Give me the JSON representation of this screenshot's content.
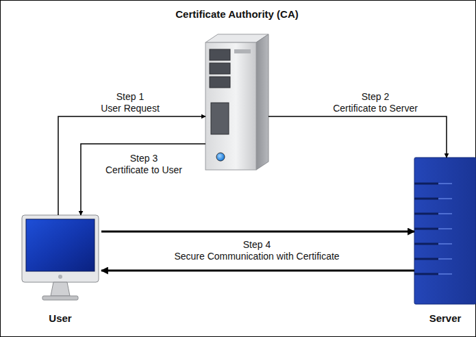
{
  "diagram": {
    "nodes": [
      {
        "text": [
          "Certificate Authority (CA)"
        ]
      },
      {
        "text": [
          "User"
        ]
      },
      {
        "text": [
          "Server"
        ]
      }
    ],
    "edges": [
      {
        "from": 1,
        "to": 0,
        "arrow": "to",
        "label": "Step 1 User Request"
      },
      {
        "from": 0,
        "to": 2,
        "arrow": "to",
        "label": "Step 2 Certificate to Server"
      },
      {
        "from": 0,
        "to": 1,
        "arrow": "to",
        "label": "Step 3 Certificate to User"
      },
      {
        "from": 1,
        "to": 2,
        "arrow": "to",
        "label": "Step 4 Secure Communication with Certificate"
      },
      {
        "from": 2,
        "to": 1,
        "arrow": "to"
      }
    ]
  }
}
